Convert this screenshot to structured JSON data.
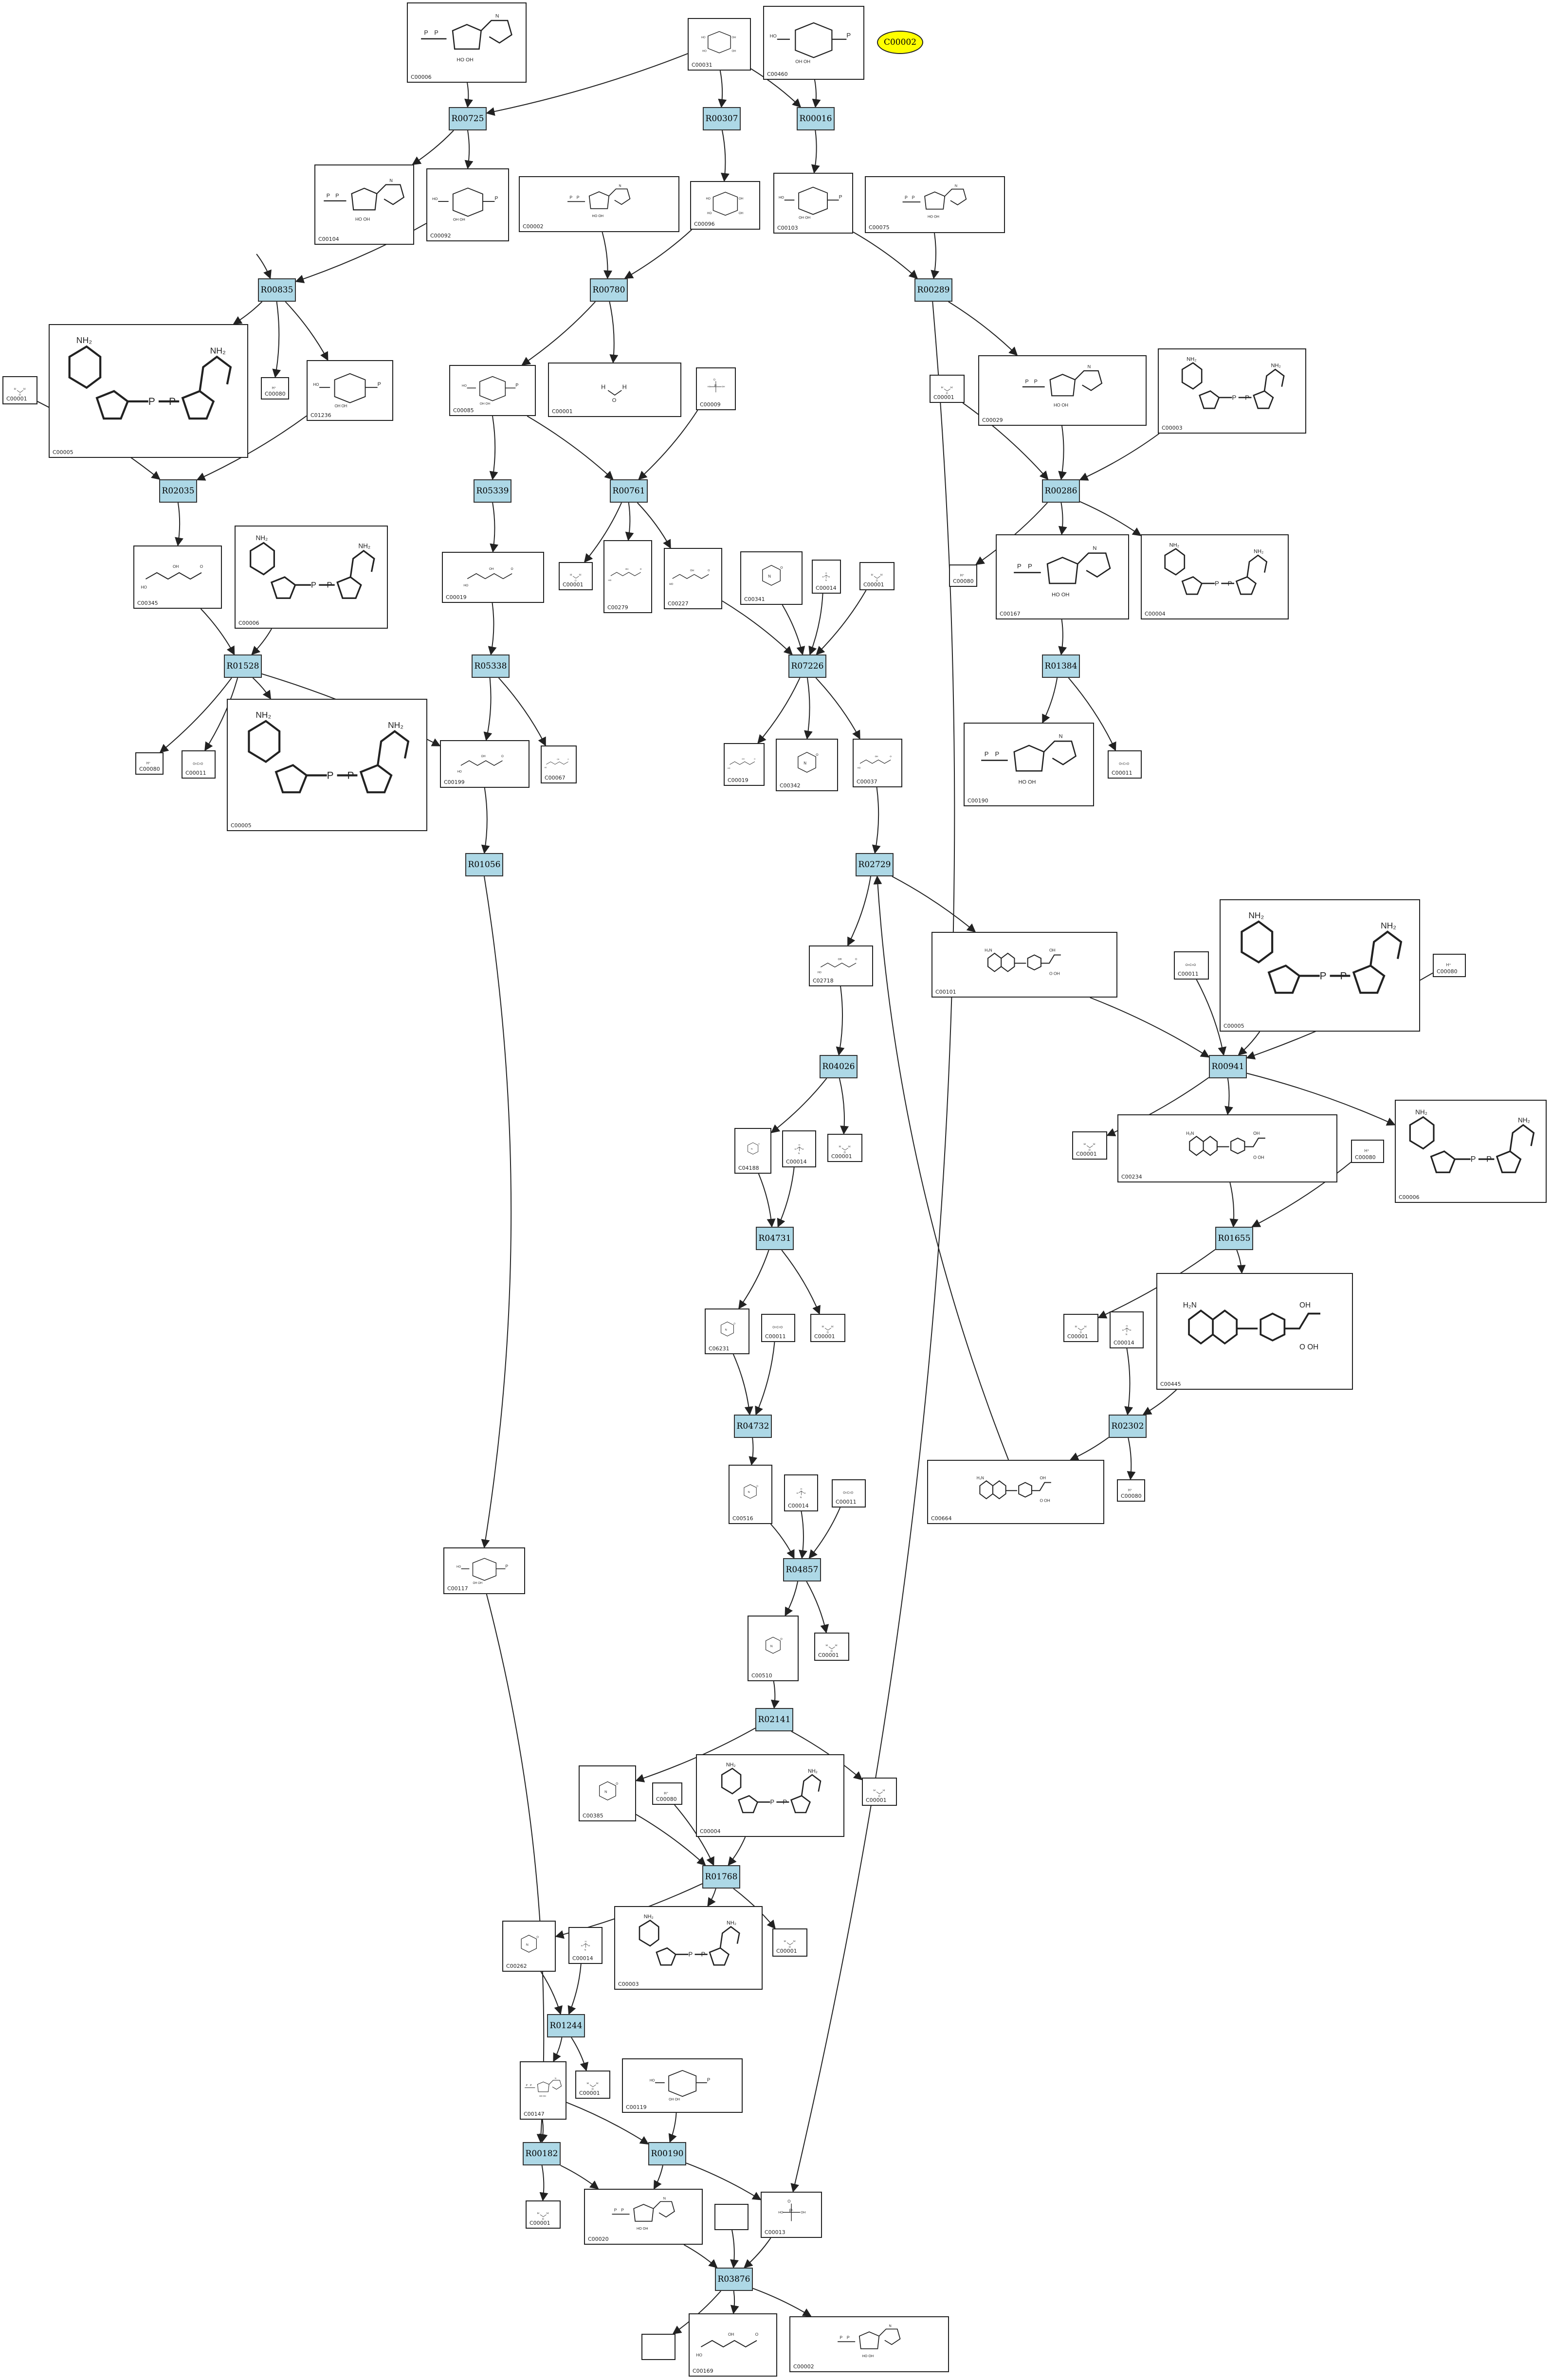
{
  "colors": {
    "reaction_fill": "#add8e6",
    "highlight_fill": "#ffff00",
    "stroke": "#222222"
  },
  "nodes": [
    {
      "id": "C00001_water_a",
      "kind": "compound",
      "label": "C00001",
      "mol": "water"
    },
    {
      "id": "C00031",
      "kind": "compound",
      "label": "C00031",
      "mol": "sugar"
    },
    {
      "id": "C00460",
      "kind": "compound",
      "label": "C00460",
      "mol": "sugarP"
    },
    {
      "id": "C00002",
      "kind": "highlight",
      "label": "C00002"
    },
    {
      "id": "R00725",
      "kind": "reaction",
      "label": "R00725"
    },
    {
      "id": "R00307",
      "kind": "reaction",
      "label": "R00307"
    },
    {
      "id": "R00016",
      "kind": "reaction",
      "label": "R00016"
    },
    {
      "id": "C00006",
      "kind": "compound",
      "label": "C00006",
      "mol": "nucleotide"
    },
    {
      "id": "C00104",
      "kind": "compound",
      "label": "C00104",
      "mol": "nucleotide"
    },
    {
      "id": "C00092",
      "kind": "compound",
      "label": "C00092",
      "mol": "sugarP"
    },
    {
      "id": "C00002b",
      "kind": "compound",
      "label": "C00002",
      "mol": "nucleotide"
    },
    {
      "id": "C00096",
      "kind": "compound",
      "label": "C00096",
      "mol": "sugar"
    },
    {
      "id": "C00103",
      "kind": "compound",
      "label": "C00103",
      "mol": "sugarP"
    },
    {
      "id": "C00075",
      "kind": "compound",
      "label": "C00075",
      "mol": "nucleotide"
    },
    {
      "id": "R00835",
      "kind": "reaction",
      "label": "R00835"
    },
    {
      "id": "R00780",
      "kind": "reaction",
      "label": "R00780"
    },
    {
      "id": "R00289",
      "kind": "reaction",
      "label": "R00289"
    },
    {
      "id": "C00005",
      "kind": "compound",
      "label": "C00005",
      "mol": "dinucleotide"
    },
    {
      "id": "C00080_a",
      "kind": "compound",
      "label": "C00080",
      "mol": "proton"
    },
    {
      "id": "C01236",
      "kind": "compound",
      "label": "C01236",
      "mol": "sugarP"
    },
    {
      "id": "C00001_b",
      "kind": "compound",
      "label": "C00001",
      "mol": "water"
    },
    {
      "id": "C00085",
      "kind": "compound",
      "label": "C00085",
      "mol": "sugarP"
    },
    {
      "id": "C00001_c",
      "kind": "compound",
      "label": "C00001",
      "mol": "water"
    },
    {
      "id": "C00009_a",
      "kind": "compound",
      "label": "C00009",
      "mol": "phosphate"
    },
    {
      "id": "C00001_d",
      "kind": "compound",
      "label": "C00001",
      "mol": "water"
    },
    {
      "id": "C00029",
      "kind": "compound",
      "label": "C00029",
      "mol": "nucleotide"
    },
    {
      "id": "C00003_a",
      "kind": "compound",
      "label": "C00003",
      "mol": "dinucleotide"
    },
    {
      "id": "R02035",
      "kind": "reaction",
      "label": "R02035"
    },
    {
      "id": "R05339",
      "kind": "reaction",
      "label": "R05339"
    },
    {
      "id": "R00761",
      "kind": "reaction",
      "label": "R00761"
    },
    {
      "id": "R00286",
      "kind": "reaction",
      "label": "R00286"
    },
    {
      "id": "C00345",
      "kind": "compound",
      "label": "C00345",
      "mol": "chain"
    },
    {
      "id": "C00006b",
      "kind": "compound",
      "label": "C00006",
      "mol": "dinucleotide"
    },
    {
      "id": "C00019",
      "kind": "compound",
      "label": "C00019",
      "mol": "chain"
    },
    {
      "id": "C00001_e",
      "kind": "compound",
      "label": "C00001",
      "mol": "water"
    },
    {
      "id": "C00279",
      "kind": "compound",
      "label": "C00279",
      "mol": "chain"
    },
    {
      "id": "C00227",
      "kind": "compound",
      "label": "C00227",
      "mol": "chain"
    },
    {
      "id": "C00341",
      "kind": "compound",
      "label": "C00341",
      "mol": "ring"
    },
    {
      "id": "C00014_a",
      "kind": "compound",
      "label": "C00014",
      "mol": "ammonia"
    },
    {
      "id": "C00001_f",
      "kind": "compound",
      "label": "C00001",
      "mol": "water"
    },
    {
      "id": "C00080_b",
      "kind": "compound",
      "label": "C00080",
      "mol": "proton"
    },
    {
      "id": "C00167",
      "kind": "compound",
      "label": "C00167",
      "mol": "nucleotide"
    },
    {
      "id": "C00004_a",
      "kind": "compound",
      "label": "C00004",
      "mol": "dinucleotide"
    },
    {
      "id": "R01528",
      "kind": "reaction",
      "label": "R01528"
    },
    {
      "id": "R05338",
      "kind": "reaction",
      "label": "R05338"
    },
    {
      "id": "R07226",
      "kind": "reaction",
      "label": "R07226"
    },
    {
      "id": "R01384",
      "kind": "reaction",
      "label": "R01384"
    },
    {
      "id": "C00080_c",
      "kind": "compound",
      "label": "C00080",
      "mol": "proton"
    },
    {
      "id": "C00011_a",
      "kind": "compound",
      "label": "C00011",
      "mol": "co2"
    },
    {
      "id": "C00005b",
      "kind": "compound",
      "label": "C00005",
      "mol": "dinucleotide"
    },
    {
      "id": "C00199",
      "kind": "compound",
      "label": "C00199",
      "mol": "chain"
    },
    {
      "id": "C00067",
      "kind": "compound",
      "label": "C00067",
      "mol": "chain"
    },
    {
      "id": "C00019b",
      "kind": "compound",
      "label": "C00019",
      "mol": "chain"
    },
    {
      "id": "C00342",
      "kind": "compound",
      "label": "C00342",
      "mol": "ring"
    },
    {
      "id": "C00037",
      "kind": "compound",
      "label": "C00037",
      "mol": "chain"
    },
    {
      "id": "C00190",
      "kind": "compound",
      "label": "C00190",
      "mol": "nucleotide"
    },
    {
      "id": "C00011_b",
      "kind": "compound",
      "label": "C00011",
      "mol": "co2"
    },
    {
      "id": "R01056",
      "kind": "reaction",
      "label": "R01056"
    },
    {
      "id": "R02729",
      "kind": "reaction",
      "label": "R02729"
    },
    {
      "id": "C02718",
      "kind": "compound",
      "label": "C02718",
      "mol": "chain"
    },
    {
      "id": "C00101",
      "kind": "compound",
      "label": "C00101",
      "mol": "pteridine"
    },
    {
      "id": "C00011_c",
      "kind": "compound",
      "label": "C00011",
      "mol": "co2"
    },
    {
      "id": "C00005c",
      "kind": "compound",
      "label": "C00005",
      "mol": "dinucleotide"
    },
    {
      "id": "C00080_d",
      "kind": "compound",
      "label": "C00080",
      "mol": "proton"
    },
    {
      "id": "R04026",
      "kind": "reaction",
      "label": "R04026"
    },
    {
      "id": "R00941",
      "kind": "reaction",
      "label": "R00941"
    },
    {
      "id": "C04188",
      "kind": "compound",
      "label": "C04188",
      "mol": "ring"
    },
    {
      "id": "C00014_b",
      "kind": "compound",
      "label": "C00014",
      "mol": "ammonia"
    },
    {
      "id": "C00001_g",
      "kind": "compound",
      "label": "C00001",
      "mol": "water"
    },
    {
      "id": "C00001_h",
      "kind": "compound",
      "label": "C00001",
      "mol": "water"
    },
    {
      "id": "C00234",
      "kind": "compound",
      "label": "C00234",
      "mol": "pteridine"
    },
    {
      "id": "C00080_e",
      "kind": "compound",
      "label": "C00080",
      "mol": "proton"
    },
    {
      "id": "C00006c",
      "kind": "compound",
      "label": "C00006",
      "mol": "dinucleotide"
    },
    {
      "id": "R04731",
      "kind": "reaction",
      "label": "R04731"
    },
    {
      "id": "R01655",
      "kind": "reaction",
      "label": "R01655"
    },
    {
      "id": "C06231",
      "kind": "compound",
      "label": "C06231",
      "mol": "ring"
    },
    {
      "id": "C00011_d",
      "kind": "compound",
      "label": "C00011",
      "mol": "co2"
    },
    {
      "id": "C00001_i",
      "kind": "compound",
      "label": "C00001",
      "mol": "water"
    },
    {
      "id": "C00001_j",
      "kind": "compound",
      "label": "C00001",
      "mol": "water"
    },
    {
      "id": "C00014_c",
      "kind": "compound",
      "label": "C00014",
      "mol": "ammonia"
    },
    {
      "id": "C00445",
      "kind": "compound",
      "label": "C00445",
      "mol": "pteridine"
    },
    {
      "id": "R04732",
      "kind": "reaction",
      "label": "R04732"
    },
    {
      "id": "R02302",
      "kind": "reaction",
      "label": "R02302"
    },
    {
      "id": "C00664",
      "kind": "compound",
      "label": "C00664",
      "mol": "pteridine"
    },
    {
      "id": "C00080_f",
      "kind": "compound",
      "label": "C00080",
      "mol": "proton"
    },
    {
      "id": "C00516",
      "kind": "compound",
      "label": "C00516",
      "mol": "ring"
    },
    {
      "id": "C00014_d",
      "kind": "compound",
      "label": "C00014",
      "mol": "ammonia"
    },
    {
      "id": "C00011_e",
      "kind": "compound",
      "label": "C00011",
      "mol": "co2"
    },
    {
      "id": "R04857",
      "kind": "reaction",
      "label": "R04857"
    },
    {
      "id": "C00117",
      "kind": "compound",
      "label": "C00117",
      "mol": "sugarP"
    },
    {
      "id": "C00510",
      "kind": "compound",
      "label": "C00510",
      "mol": "ring"
    },
    {
      "id": "C00001_k",
      "kind": "compound",
      "label": "C00001",
      "mol": "water"
    },
    {
      "id": "R02141",
      "kind": "reaction",
      "label": "R02141"
    },
    {
      "id": "C00385",
      "kind": "compound",
      "label": "C00385",
      "mol": "ring"
    },
    {
      "id": "C00080_g",
      "kind": "compound",
      "label": "C00080",
      "mol": "proton"
    },
    {
      "id": "C00004_b",
      "kind": "compound",
      "label": "C00004",
      "mol": "dinucleotide"
    },
    {
      "id": "C00001_l",
      "kind": "compound",
      "label": "C00001",
      "mol": "water"
    },
    {
      "id": "R01768",
      "kind": "reaction",
      "label": "R01768"
    },
    {
      "id": "C00262",
      "kind": "compound",
      "label": "C00262",
      "mol": "ring"
    },
    {
      "id": "C00014_e",
      "kind": "compound",
      "label": "C00014",
      "mol": "ammonia"
    },
    {
      "id": "C00003_b",
      "kind": "compound",
      "label": "C00003",
      "mol": "dinucleotide"
    },
    {
      "id": "C00001_m",
      "kind": "compound",
      "label": "C00001",
      "mol": "water"
    },
    {
      "id": "R01244",
      "kind": "reaction",
      "label": "R01244"
    },
    {
      "id": "C00147",
      "kind": "compound",
      "label": "C00147",
      "mol": "nucleotide"
    },
    {
      "id": "C00001_n",
      "kind": "compound",
      "label": "C00001",
      "mol": "water"
    },
    {
      "id": "C00119",
      "kind": "compound",
      "label": "C00119",
      "mol": "sugarP"
    },
    {
      "id": "R00182",
      "kind": "reaction",
      "label": "R00182"
    },
    {
      "id": "R00190",
      "kind": "reaction",
      "label": "R00190"
    },
    {
      "id": "C00001_o",
      "kind": "compound",
      "label": "C00001",
      "mol": "water"
    },
    {
      "id": "C00020",
      "kind": "compound",
      "label": "C00020",
      "mol": "nucleotide"
    },
    {
      "id": "C00013",
      "kind": "compound",
      "label": "C00013",
      "mol": "phosphate"
    },
    {
      "id": "empty_a",
      "kind": "empty"
    },
    {
      "id": "R03876",
      "kind": "reaction",
      "label": "R03876"
    },
    {
      "id": "empty_b",
      "kind": "empty"
    },
    {
      "id": "C00169",
      "kind": "compound",
      "label": "C00169",
      "mol": "chain"
    },
    {
      "id": "C00002c",
      "kind": "compound",
      "label": "C00002",
      "mol": "nucleotide"
    }
  ],
  "edges": [
    [
      "C00006",
      "R00725"
    ],
    [
      "C00031",
      "R00725"
    ],
    [
      "C00031",
      "R00307"
    ],
    [
      "C00031",
      "R00016"
    ],
    [
      "C00460",
      "R00016"
    ],
    [
      "R00725",
      "C00104"
    ],
    [
      "R00725",
      "C00092"
    ],
    [
      "R00307",
      "C00096"
    ],
    [
      "R00016",
      "C00103"
    ],
    [
      "C00006",
      "R00835"
    ],
    [
      "C00092",
      "R00835"
    ],
    [
      "C00002b",
      "R00780"
    ],
    [
      "C00096",
      "R00780"
    ],
    [
      "C00103",
      "R00289"
    ],
    [
      "C00075",
      "R00289"
    ],
    [
      "R00835",
      "C00005"
    ],
    [
      "R00835",
      "C00080_a"
    ],
    [
      "R00835",
      "C01236"
    ],
    [
      "R00780",
      "C00085"
    ],
    [
      "R00780",
      "C00001_c"
    ],
    [
      "R00289",
      "C00029"
    ],
    [
      "C00001_b",
      "R02035"
    ],
    [
      "C01236",
      "R02035"
    ],
    [
      "C00085",
      "R05339"
    ],
    [
      "C00085",
      "R00761"
    ],
    [
      "C00009_a",
      "R00761"
    ],
    [
      "C00001_d",
      "R00286"
    ],
    [
      "C00029",
      "R00286"
    ],
    [
      "C00003_a",
      "R00286"
    ],
    [
      "R02035",
      "C00345"
    ],
    [
      "R05339",
      "C00019"
    ],
    [
      "R00761",
      "C00001_e"
    ],
    [
      "R00761",
      "C00279"
    ],
    [
      "R00761",
      "C00227"
    ],
    [
      "R00286",
      "C00080_b"
    ],
    [
      "R00286",
      "C00167"
    ],
    [
      "R00286",
      "C00004_a"
    ],
    [
      "C00345",
      "R01528"
    ],
    [
      "C00006b",
      "R01528"
    ],
    [
      "C00019",
      "R05338"
    ],
    [
      "C00227",
      "R07226"
    ],
    [
      "C00341",
      "R07226"
    ],
    [
      "C00014_a",
      "R07226"
    ],
    [
      "C00001_f",
      "R07226"
    ],
    [
      "C00167",
      "R01384"
    ],
    [
      "R01528",
      "C00080_c"
    ],
    [
      "R01528",
      "C00011_a"
    ],
    [
      "R01528",
      "C00005b"
    ],
    [
      "R01528",
      "C00199"
    ],
    [
      "R05338",
      "C00199"
    ],
    [
      "R05338",
      "C00067"
    ],
    [
      "R07226",
      "C00019b"
    ],
    [
      "R07226",
      "C00342"
    ],
    [
      "R07226",
      "C00037"
    ],
    [
      "R01384",
      "C00190"
    ],
    [
      "R01384",
      "C00011_b"
    ],
    [
      "C00199",
      "R01056"
    ],
    [
      "C00037",
      "R02729"
    ],
    [
      "R02729",
      "C02718"
    ],
    [
      "R02729",
      "C00101"
    ],
    [
      "C00101",
      "R00941"
    ],
    [
      "C00011_c",
      "R00941"
    ],
    [
      "C00005c",
      "R00941"
    ],
    [
      "C00080_d",
      "R00941"
    ],
    [
      "C02718",
      "R04026"
    ],
    [
      "R04026",
      "C04188"
    ],
    [
      "R04026",
      "C00001_g"
    ],
    [
      "R00941",
      "C00001_h"
    ],
    [
      "R00941",
      "C00234"
    ],
    [
      "R00941",
      "C00006c"
    ],
    [
      "C04188",
      "R04731"
    ],
    [
      "C00014_b",
      "R04731"
    ],
    [
      "C00234",
      "R01655"
    ],
    [
      "C00080_e",
      "R01655"
    ],
    [
      "R04731",
      "C06231"
    ],
    [
      "R04731",
      "C00001_i"
    ],
    [
      "R01655",
      "C00001_j"
    ],
    [
      "R01655",
      "C00445"
    ],
    [
      "C06231",
      "R04732"
    ],
    [
      "C00011_d",
      "R04732"
    ],
    [
      "C00014_c",
      "R02302"
    ],
    [
      "C00445",
      "R02302"
    ],
    [
      "R02302",
      "C00664"
    ],
    [
      "R02302",
      "C00080_f"
    ],
    [
      "C00664",
      "R02729"
    ],
    [
      "R04732",
      "C00516"
    ],
    [
      "C00516",
      "R04857"
    ],
    [
      "C00014_d",
      "R04857"
    ],
    [
      "C00011_e",
      "R04857"
    ],
    [
      "R01056",
      "C00117"
    ],
    [
      "R04857",
      "C00510"
    ],
    [
      "R04857",
      "C00001_k"
    ],
    [
      "C00510",
      "R02141"
    ],
    [
      "R02141",
      "C00385"
    ],
    [
      "R02141",
      "C00001_l"
    ],
    [
      "C00385",
      "R01768"
    ],
    [
      "C00080_g",
      "R01768"
    ],
    [
      "C00004_b",
      "R01768"
    ],
    [
      "R01768",
      "C00262"
    ],
    [
      "R01768",
      "C00003_b"
    ],
    [
      "R01768",
      "C00001_m"
    ],
    [
      "C00262",
      "R01244"
    ],
    [
      "C00014_e",
      "R01244"
    ],
    [
      "R01244",
      "C00147"
    ],
    [
      "R01244",
      "C00001_n"
    ],
    [
      "C00147",
      "R00182"
    ],
    [
      "C00117",
      "R00182"
    ],
    [
      "C00147",
      "R00190"
    ],
    [
      "C00119",
      "R00190"
    ],
    [
      "R00182",
      "C00001_o"
    ],
    [
      "R00182",
      "C00020"
    ],
    [
      "R00190",
      "C00020"
    ],
    [
      "R00190",
      "C00013"
    ],
    [
      "R00289",
      "C00013"
    ],
    [
      "C00020",
      "R03876"
    ],
    [
      "C00013",
      "R03876"
    ],
    [
      "empty_a",
      "R03876"
    ],
    [
      "R03876",
      "empty_b"
    ],
    [
      "R03876",
      "C00169"
    ],
    [
      "R03876",
      "C00002c"
    ]
  ]
}
